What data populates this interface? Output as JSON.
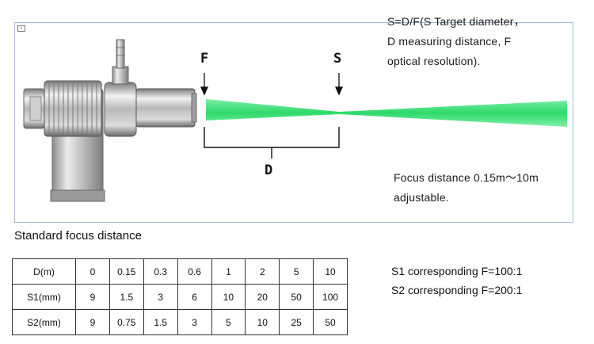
{
  "formula": {
    "line1": "S=D/F(S Target diameter，",
    "line2": "D measuring distance, F",
    "line3": "optical resolution)."
  },
  "labels": {
    "f": "F",
    "s": "S",
    "d": "D"
  },
  "focus": {
    "line1": "Focus distance 0.15m～10m",
    "line2": "adjustable."
  },
  "table": {
    "title": "Standard focus distance",
    "rows": [
      {
        "label": "D(m)",
        "values": [
          "0",
          "0.15",
          "0.3",
          "0.6",
          "1",
          "2",
          "5",
          "10"
        ]
      },
      {
        "label": "S1(mm)",
        "values": [
          "9",
          "1.5",
          "3",
          "6",
          "10",
          "20",
          "50",
          "100"
        ]
      },
      {
        "label": "S2(mm)",
        "values": [
          "9",
          "0.75",
          "1.5",
          "3",
          "5",
          "10",
          "25",
          "50"
        ]
      }
    ]
  },
  "notes": {
    "s1": "S1 corresponding F=100:1",
    "s2": "S2 corresponding F=200:1"
  },
  "colors": {
    "beam": "#3ee07a",
    "frame": "#a6bcd6"
  }
}
